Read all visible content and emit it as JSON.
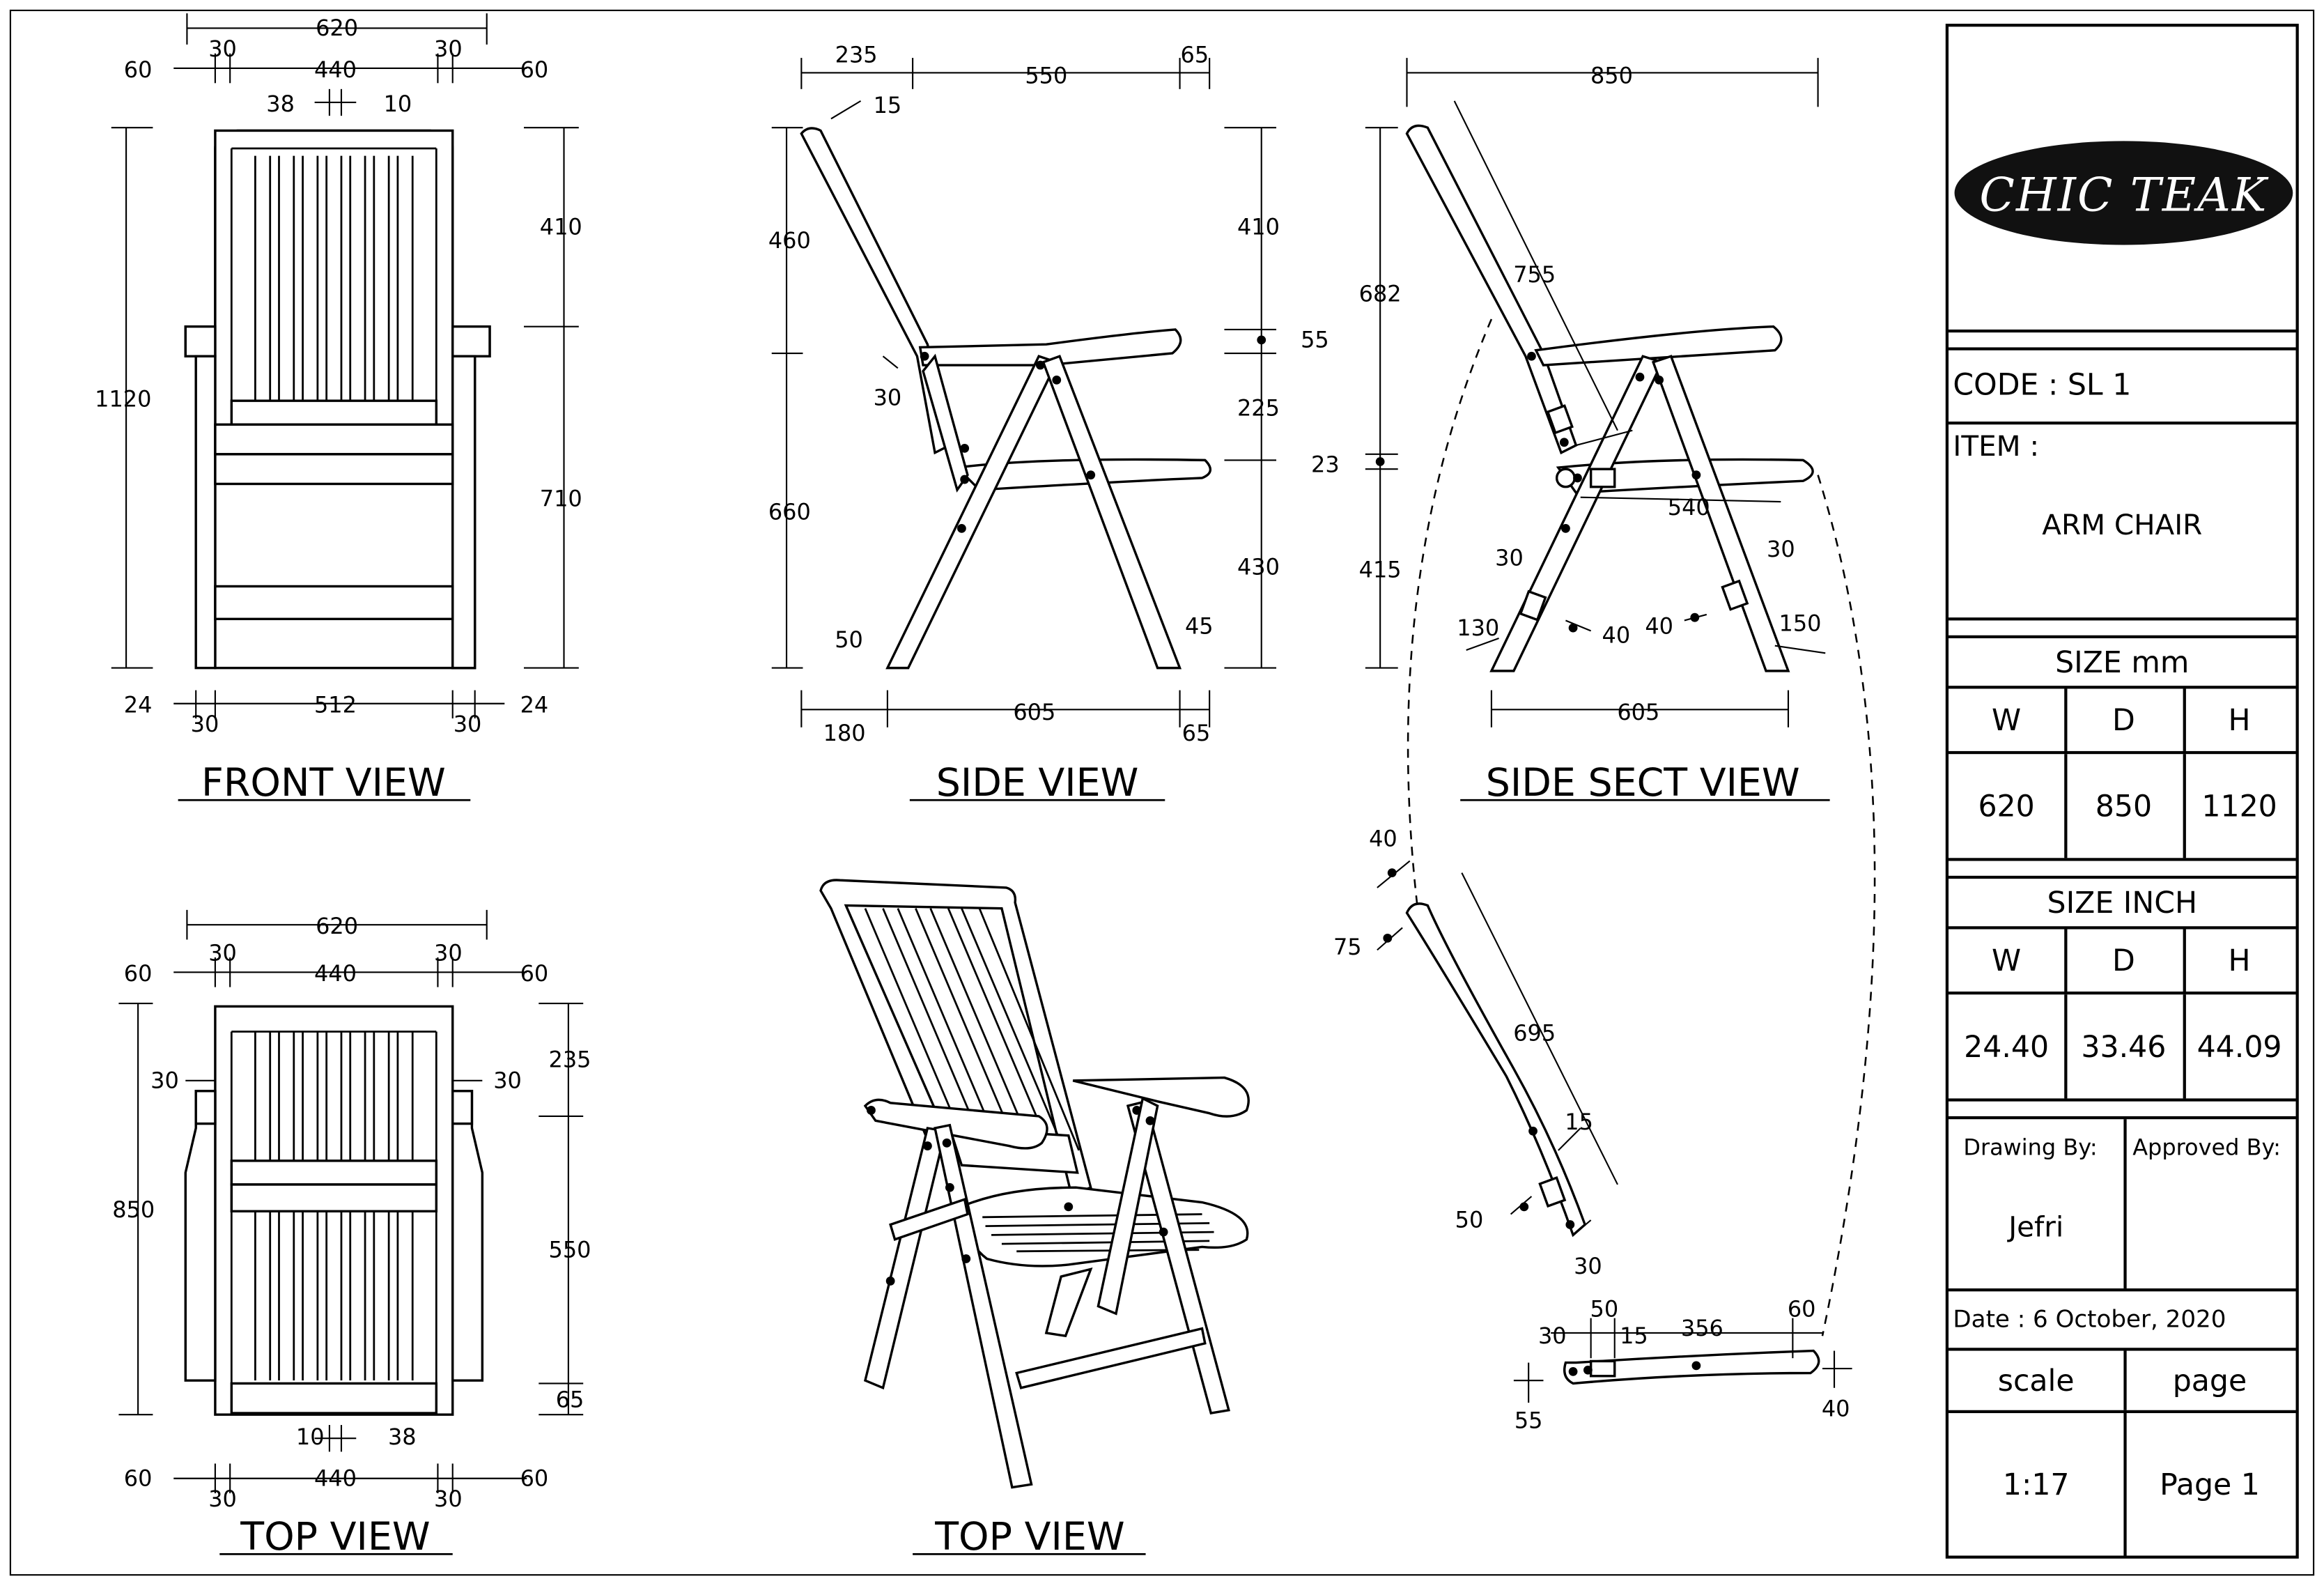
{
  "views": {
    "front": "FRONT VIEW",
    "side": "SIDE VIEW",
    "side_sect": "SIDE SECT VIEW",
    "top": "TOP VIEW",
    "top_persp": "TOP VIEW"
  },
  "dims": {
    "front": {
      "width": "620",
      "side_l": "30",
      "side_r": "30",
      "over_l": "60",
      "inner": "440",
      "over_r": "60",
      "slat_w": "38",
      "slat_gap": "10",
      "height": "1120",
      "back_h": "410",
      "lower_h": "710",
      "foot_l": "24",
      "foot_t_l": "30",
      "foot_inner": "512",
      "foot_t_r": "30",
      "foot_r": "24"
    },
    "side": {
      "back_offset": "235",
      "arm_len": "550",
      "arm_tip": "65",
      "top_angle": "15",
      "back_upper": "460",
      "back_lower": "660",
      "pivot": "30",
      "back_h": "410",
      "arm_pad": "55",
      "arm_h": "225",
      "seat_h": "430",
      "foot_back": "50",
      "foot_front": "45",
      "base_back": "180",
      "base": "605",
      "base_front": "65"
    },
    "sect": {
      "depth": "850",
      "back_len": "755",
      "upper_h": "682",
      "pivot_gap": "23",
      "lower_h": "415",
      "seat_len": "540",
      "leg_a": "30",
      "leg_b": "30",
      "leg_w_l": "130",
      "block_l": "40",
      "block_r": "40",
      "leg_w_r": "150",
      "base": "605"
    },
    "detail": {
      "top_w": "40",
      "top_t": "75",
      "back_len": "695",
      "slot": "15",
      "bottom_w": "50",
      "bottom_t": "30"
    },
    "rail": {
      "end_l": "30",
      "joint": "50",
      "slot": "15",
      "len": "356",
      "end_r": "60",
      "thick_l": "55",
      "thick_r": "40"
    },
    "top": {
      "width": "620",
      "side_l": "30",
      "side_r": "30",
      "over_l": "60",
      "inner": "440",
      "over_r": "60",
      "arm_l": "30",
      "arm_r": "30",
      "depth": "850",
      "back_d": "235",
      "seat_d": "550",
      "front_d": "65",
      "slat_gap": "10",
      "slat_w": "38",
      "b_over_l": "60",
      "b_side_l": "30",
      "b_inner": "440",
      "b_side_r": "30",
      "b_over_r": "60"
    }
  },
  "title_block": {
    "logo": "CHIC TEAK",
    "code": "CODE : SL 1",
    "item_label": "ITEM :",
    "item": "ARM CHAIR",
    "size_mm_label": "SIZE mm",
    "size_inch_label": "SIZE INCH",
    "col_w": "W",
    "col_d": "D",
    "col_h": "H",
    "mm": {
      "w": "620",
      "d": "850",
      "h": "1120"
    },
    "inch": {
      "w": "24.40",
      "d": "33.46",
      "h": "44.09"
    },
    "drawing_by_label": "Drawing By:",
    "approved_by_label": "Approved By:",
    "drawing_by": "Jefri",
    "approved_by": "",
    "date": "Date : 6 October, 2020",
    "scale_label": "scale",
    "page_label": "page",
    "scale": "1:17",
    "page": "Page 1"
  }
}
